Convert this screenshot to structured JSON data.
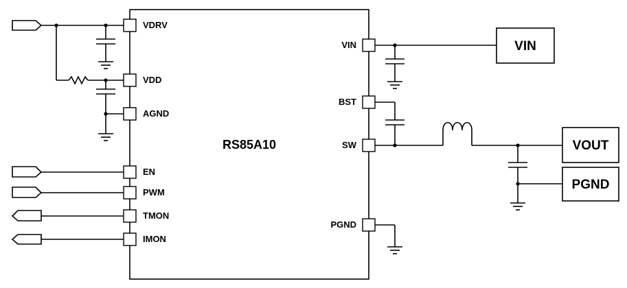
{
  "chip": {
    "name": "RS85A10"
  },
  "pins_left": {
    "vdrv": "VDRV",
    "vdd": "VDD",
    "agnd": "AGND",
    "en": "EN",
    "pwm": "PWM",
    "tmon": "TMON",
    "imon": "IMON"
  },
  "pins_right": {
    "vin": "VIN",
    "bst": "BST",
    "sw": "SW",
    "pgnd": "PGND"
  },
  "nets": {
    "vin": "VIN",
    "vout": "VOUT",
    "pgnd": "PGND"
  }
}
